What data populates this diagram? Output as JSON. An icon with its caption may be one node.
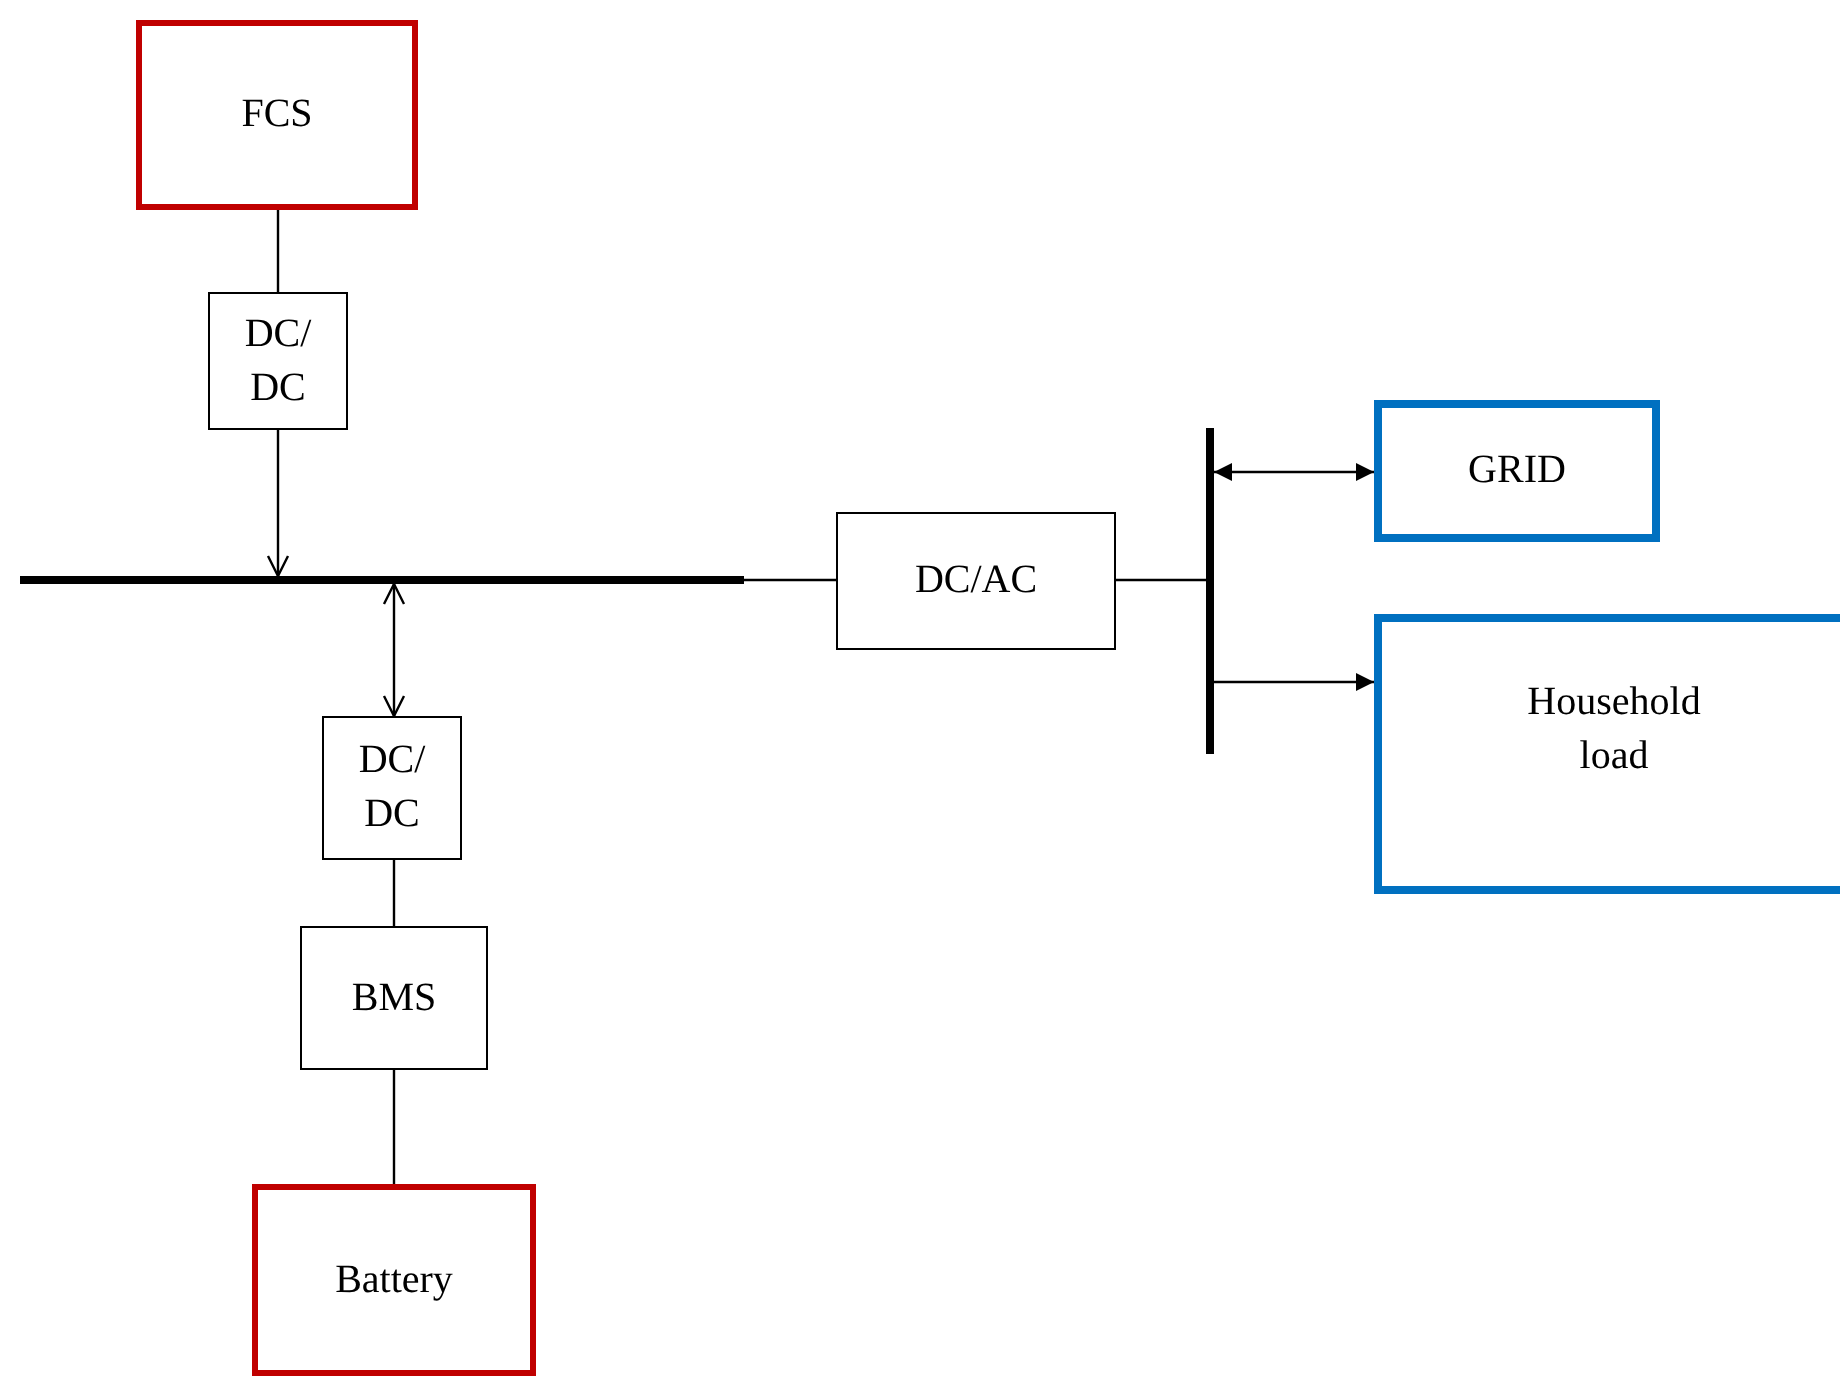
{
  "diagram": {
    "nodes": [
      {
        "text": [
          "FCS"
        ]
      },
      {
        "text": [
          "DC/ DC"
        ]
      },
      {
        "text": [],
        "shape": "bar"
      },
      {
        "text": [
          "DC/AC"
        ]
      },
      {
        "text": [],
        "shape": "bar"
      },
      {
        "text": [
          "GRID"
        ]
      },
      {
        "text": [
          "Household load"
        ]
      },
      {
        "text": [
          "DC/ DC"
        ]
      },
      {
        "text": [
          "BMS"
        ]
      },
      {
        "text": [
          "Battery"
        ]
      }
    ],
    "edges": [
      {
        "from": 0,
        "to": 1,
        "arrow": "none"
      },
      {
        "from": 1,
        "to": 2,
        "arrow": "to"
      },
      {
        "from": 2,
        "to": 7,
        "arrow": "both"
      },
      {
        "from": 7,
        "to": 8,
        "arrow": "none"
      },
      {
        "from": 8,
        "to": 9,
        "arrow": "none"
      },
      {
        "from": 2,
        "to": 3,
        "arrow": "none"
      },
      {
        "from": 3,
        "to": 4,
        "arrow": "none"
      },
      {
        "from": 4,
        "to": 5,
        "arrow": "both"
      },
      {
        "from": 4,
        "to": 6,
        "arrow": "to"
      }
    ]
  }
}
